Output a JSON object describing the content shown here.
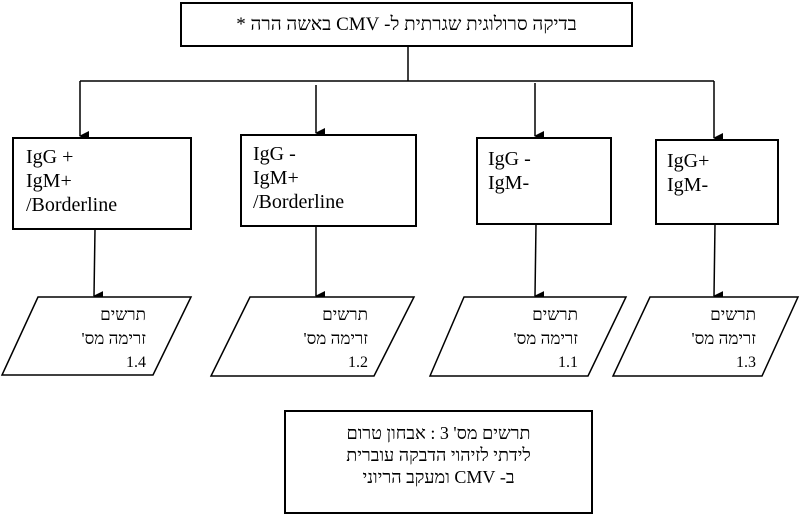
{
  "top_box": {
    "label": "בדיקה סרולוגית שגרתית ל- CMV באשה הרה *"
  },
  "results": [
    {
      "id": "r1",
      "lines": [
        "IgG +",
        "IgM+",
        "/Borderline"
      ]
    },
    {
      "id": "r2",
      "lines": [
        "IgG -",
        "IgM+",
        "/Borderline"
      ]
    },
    {
      "id": "r3",
      "lines": [
        "IgG -",
        "IgM-"
      ]
    },
    {
      "id": "r4",
      "lines": [
        "IgG+",
        "IgM-"
      ]
    }
  ],
  "outcomes": [
    {
      "id": "o1",
      "line1": "תרשים",
      "line2": "זרימה מס'",
      "number": "1.4"
    },
    {
      "id": "o2",
      "line1": "תרשים",
      "line2": "זרימה מס'",
      "number": "1.2"
    },
    {
      "id": "o3",
      "line1": "תרשים",
      "line2": "זרימה מס'",
      "number": "1.1"
    },
    {
      "id": "o4",
      "line1": "תרשים",
      "line2": "זרימה מס'",
      "number": "1.3"
    }
  ],
  "note_box": {
    "lines": [
      "תרשים מס' 3 : אבחון טרום",
      "לידתי לזיהוי הדבקה עוברית",
      "ב- CMV ומעקב הריוני"
    ]
  }
}
